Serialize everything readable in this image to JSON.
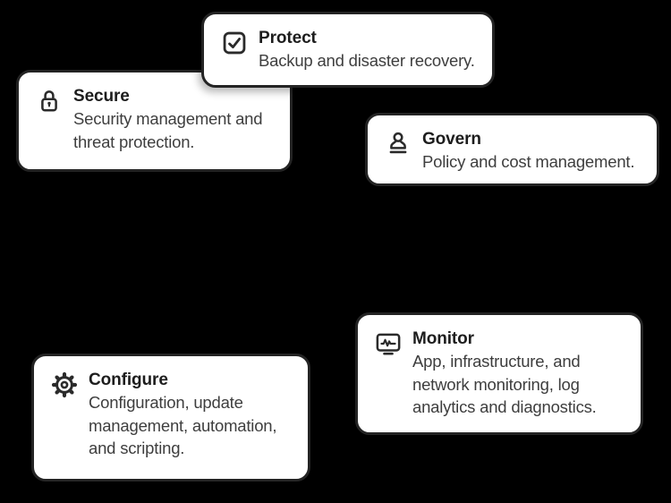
{
  "canvas": {
    "background": "#000000"
  },
  "theme": {
    "card_background": "#ffffff",
    "card_border": "#242424",
    "title_color": "#1d1d1d",
    "description_color": "#3e3e3e",
    "icon_color": "#2b2b2b"
  },
  "cards": [
    {
      "id": "protect",
      "icon": "checkbox-checked-icon",
      "title": "Protect",
      "description": "Backup and disaster recovery."
    },
    {
      "id": "secure",
      "icon": "lock-icon",
      "title": "Secure",
      "description": "Security management and\nthreat protection."
    },
    {
      "id": "govern",
      "icon": "stamp-icon",
      "title": "Govern",
      "description": "Policy and cost management."
    },
    {
      "id": "monitor",
      "icon": "monitor-pulse-icon",
      "title": "Monitor",
      "description": "App, infrastructure, and\nnetwork monitoring, log\nanalytics and diagnostics."
    },
    {
      "id": "configure",
      "icon": "gear-icon",
      "title": "Configure",
      "description": "Configuration, update\nmanagement, automation,\nand scripting."
    }
  ]
}
